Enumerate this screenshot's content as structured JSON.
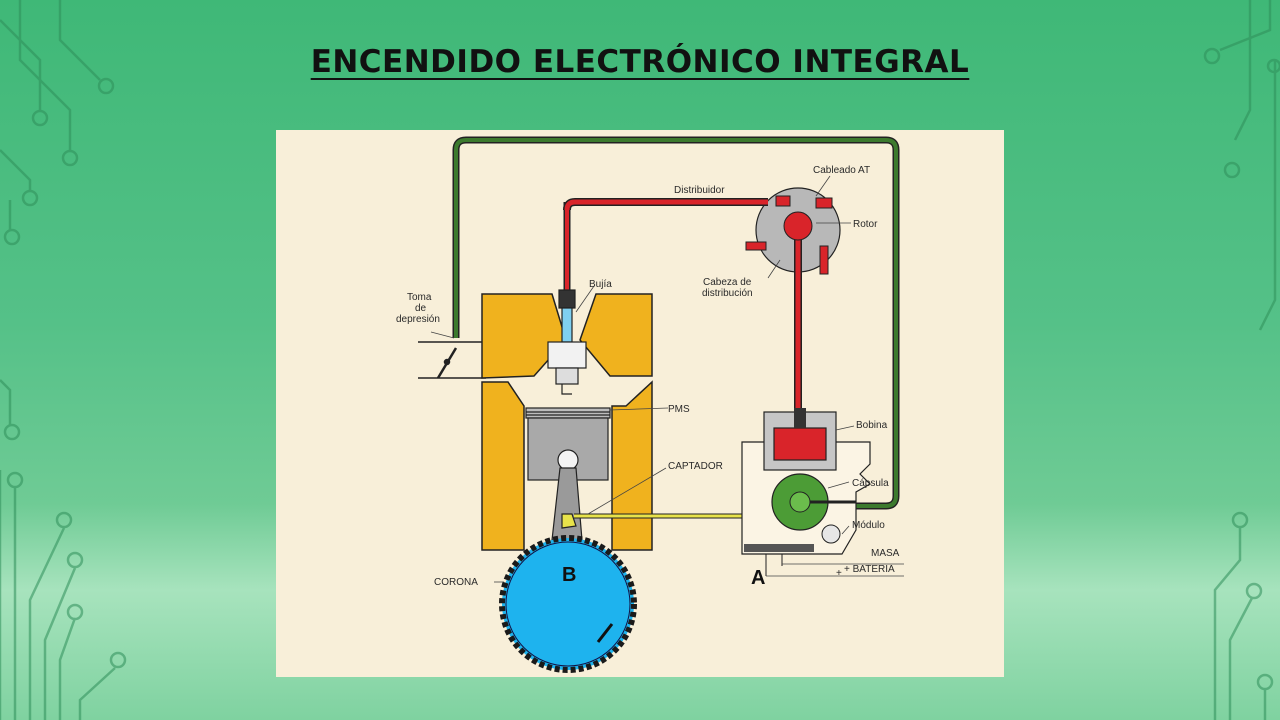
{
  "title": "ENCENDIDO ELECTRÓNICO INTEGRAL",
  "labels": {
    "distribuidor": "Distribuidor",
    "cableado_at": "Cableado AT",
    "rotor": "Rotor",
    "cabeza_line1": "Cabeza de",
    "cabeza_line2": "distribución",
    "bujia": "Bujía",
    "toma_line1": "Toma",
    "toma_line2": "de",
    "toma_line3": "depresión",
    "pms": "PMS",
    "captador": "CAPTADOR",
    "bobina": "Bobina",
    "capsula": "Cápsula",
    "modulo": "Módulo",
    "masa": "MASA",
    "bateria": "+  BATERIA",
    "bateria_sign": "+",
    "corona": "CORONA",
    "mark_a": "A",
    "mark_b": "B"
  },
  "colors": {
    "background": "#4fbe83",
    "panel": "#f8efd9",
    "engine_block": "#f0b21e",
    "hv_cable": "#d9242a",
    "vacuum_line": "#3c7a2e",
    "corona": "#1eb3ee",
    "capsula": "#4c9c36",
    "sensor_wire": "#e8e34a"
  }
}
